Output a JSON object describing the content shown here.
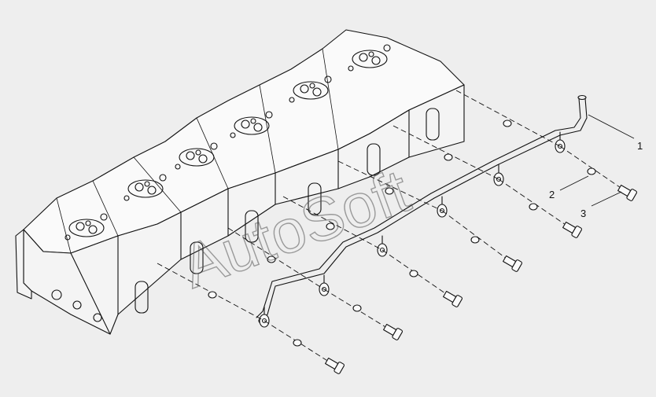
{
  "diagram": {
    "watermark": "AutoSoft",
    "callouts": [
      {
        "label": "1",
        "part": "fuel-return-pipe"
      },
      {
        "label": "2",
        "part": "sealing-washer"
      },
      {
        "label": "3",
        "part": "banjo-bolt"
      }
    ],
    "colors": {
      "background": "#eeeeee",
      "line": "#111111"
    },
    "cylinder_head_count": 6,
    "connector_count": 6
  }
}
